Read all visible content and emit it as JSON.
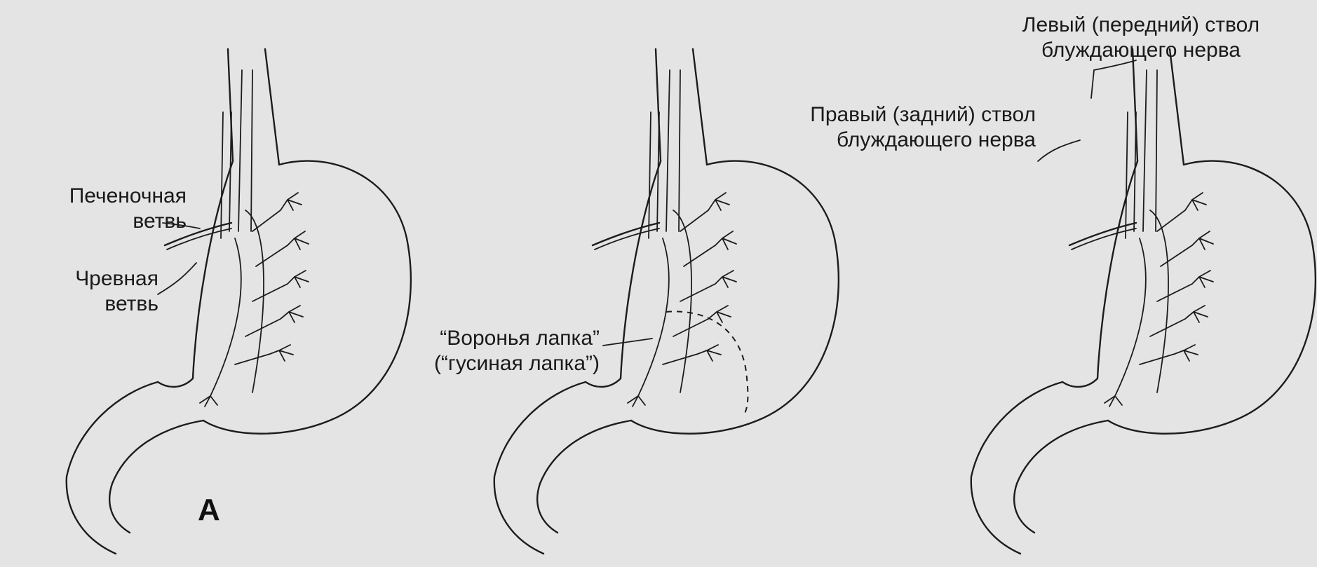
{
  "labels": {
    "hepatic_branch": [
      "Печеночная",
      "ветвь"
    ],
    "celiac_branch": [
      "Чревная",
      "ветвь"
    ],
    "crows_foot": [
      "“Воронья лапка”",
      "(“гусиная лапка”)"
    ],
    "left_trunk": [
      "Левый (передний) ствол",
      "блуждающего нерва"
    ],
    "right_trunk": [
      "Правый (задний) ствол",
      "блуждающего нерва"
    ]
  },
  "panel_letter": "A",
  "colors": {
    "background": "#e4e4e4",
    "ink": "#1c1c1c"
  }
}
